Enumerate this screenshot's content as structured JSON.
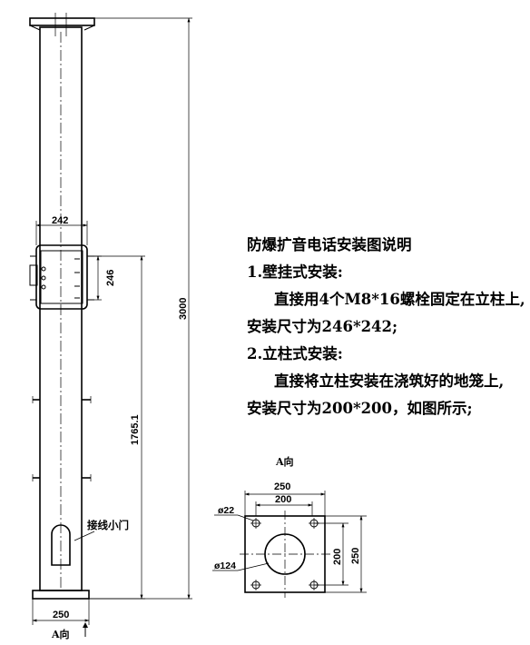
{
  "diagram": {
    "description": {
      "title": "防爆扩音电话安装图说明",
      "items": [
        "1.壁挂式安装:",
        "直接用4个M8*16螺栓固定在立柱上,",
        "安装尺寸为246*242;",
        "2.立柱式安装:",
        "直接将立柱安装在浇筑好的地笼上,",
        "安装尺寸为200*200，如图所示;"
      ]
    },
    "pole_view": {
      "dims": {
        "total_height": "3000",
        "bracket_width": "242",
        "bracket_height": "246",
        "mount_height": "1765.1",
        "base_width": "250"
      },
      "labels": {
        "door": "接线小门",
        "view_arrow": "A向"
      }
    },
    "base_view": {
      "title": "A向",
      "dims": {
        "outer_width": "250",
        "inner_width": "200",
        "inner_height": "200",
        "outer_height": "250",
        "hole_diameter": "ø22",
        "center_hole_diameter": "ø124"
      }
    }
  }
}
